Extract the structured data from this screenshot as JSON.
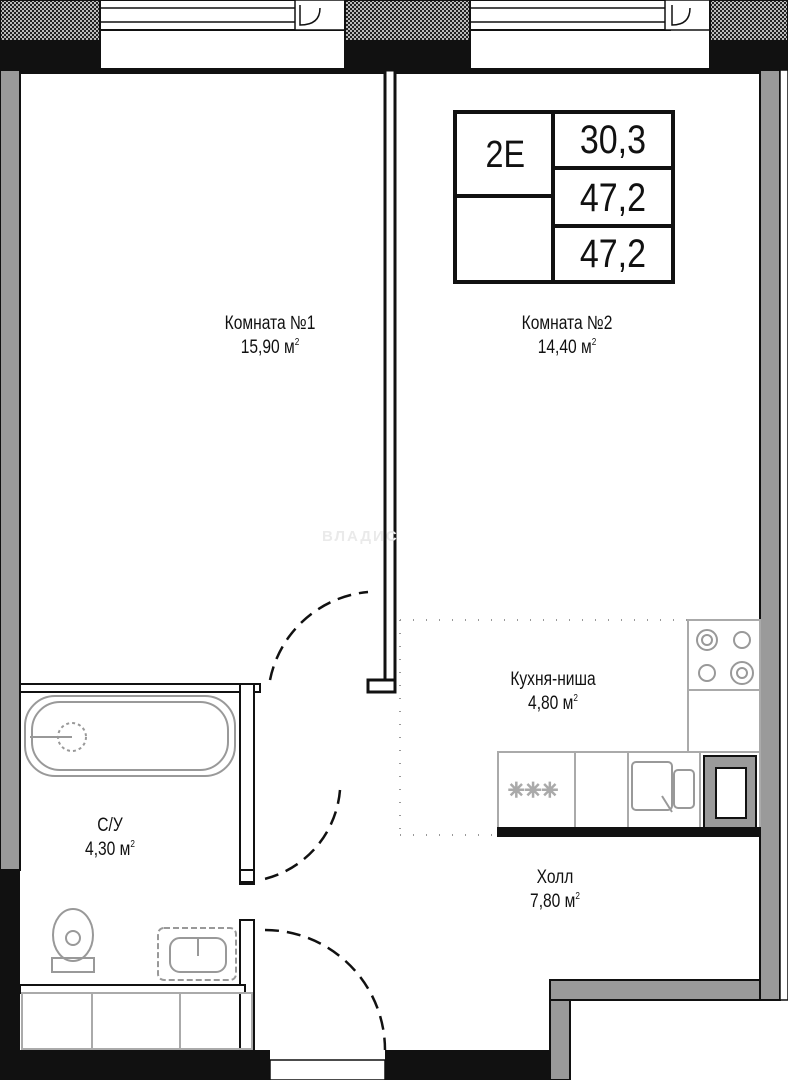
{
  "legend": {
    "code": "2Е",
    "values": [
      "30,3",
      "47,2",
      "47,2"
    ]
  },
  "rooms": [
    {
      "id": "room1",
      "name": "Комната №1",
      "area": "15,90 м",
      "unit_sup": "2"
    },
    {
      "id": "room2",
      "name": "Комната №2",
      "area": "14,40 м",
      "unit_sup": "2"
    },
    {
      "id": "kitchen",
      "name": "Кухня-ниша",
      "area": "4,80 м",
      "unit_sup": "2"
    },
    {
      "id": "bath",
      "name": "С/У",
      "area": "4,30 м",
      "unit_sup": "2"
    },
    {
      "id": "hall",
      "name": "Холл",
      "area": "7,80 м",
      "unit_sup": "2"
    }
  ],
  "watermark": "ВЛАДИС",
  "colors": {
    "wall": "#111111",
    "wall_gray": "#8a8a8a",
    "fixture": "#9a9a9a"
  }
}
